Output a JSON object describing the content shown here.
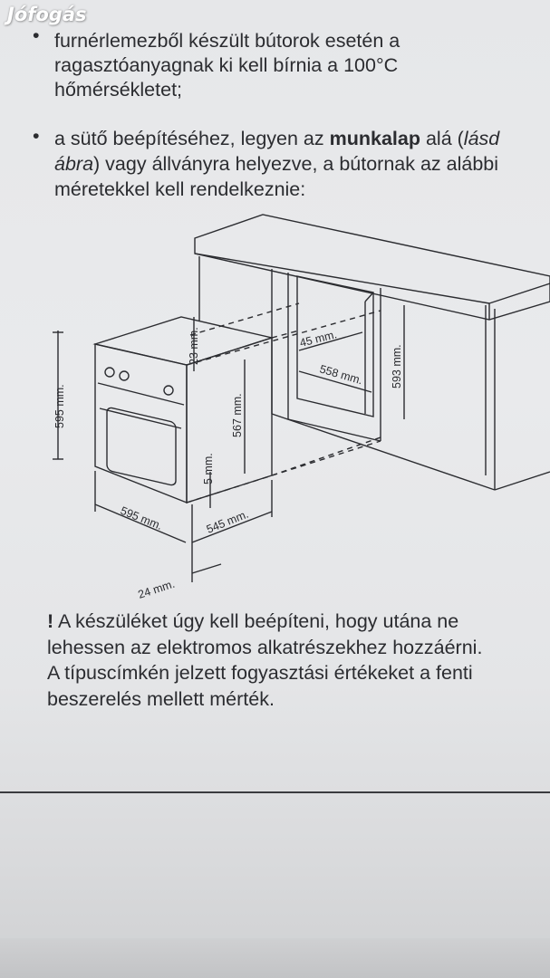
{
  "watermark": "Jófogás",
  "bullet1": {
    "marker": "•",
    "lines": [
      "furnérlemezből készült bútorok esetén a",
      "ragasztóanyagnak ki kell bírnia a 100°C",
      "hőmérsékletet;"
    ]
  },
  "bullet2": {
    "marker": "•",
    "line1_a": "a sütő beépítéséhez, legyen az ",
    "line1_bold": "munkalap",
    "line1_b": " alá (",
    "line1_italic": "lásd",
    "line2_italic": "ábra",
    "line2_rest": ") vagy állványra helyezve, a bútornak az alábbi",
    "line3": "méretekkel kell rendelkeznie:"
  },
  "dimensions": {
    "oven_height": "595 mm.",
    "top_gap": "23 mm.",
    "inner_height": "567 mm.",
    "bottom_gap": "5 mm.",
    "oven_width": "595 mm.",
    "oven_depth": "545 mm.",
    "front_depth": "24 mm.",
    "niche_depth": "45 mm.",
    "niche_width": "558 mm.",
    "niche_height": "593 mm."
  },
  "warning": {
    "mark": "!",
    "lines": [
      " A készüléket úgy kell beépíteni, hogy utána ne",
      "lehessen az elektromos alkatrészekhez hozzáérni.",
      "A típuscímkén jelzett fogyasztási értékeket a fenti",
      "beszerelés mellett mérték."
    ]
  }
}
